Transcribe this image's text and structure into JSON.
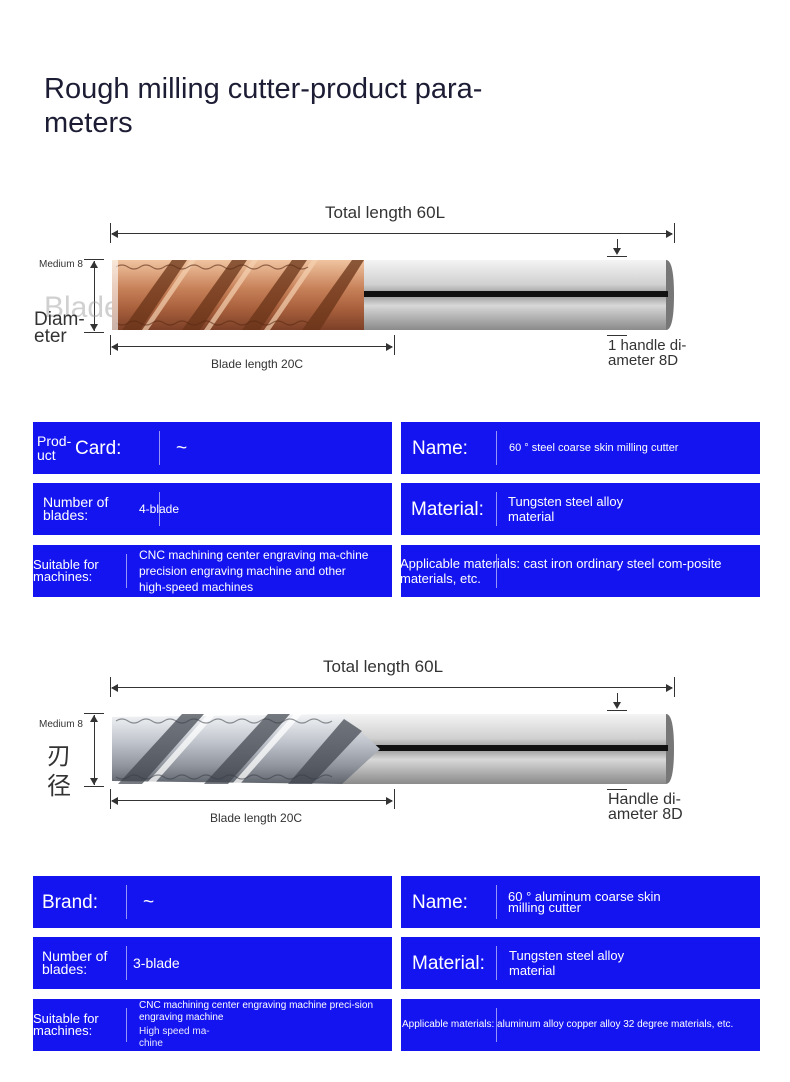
{
  "title": "Rough milling cutter-product para-meters",
  "title_lines": [
    "Rough milling cutter-product para-",
    "meters"
  ],
  "diagram1": {
    "total_length": "Total length 60L",
    "blade_length": "Blade length 20C",
    "handle_diameter_line1": "1 handle di-",
    "handle_diameter_line2": "ameter 8D",
    "medium_label": "Medium 8",
    "diameter_label_line1": "Diam-",
    "diameter_label_line2": "eter",
    "blade_watermark": "Blade",
    "colors": {
      "coating": "#c0805a",
      "shank": "#d4d4d4",
      "stripe": "#111111"
    }
  },
  "table1": {
    "rows": [
      [
        {
          "key": "Prod-uct Card:",
          "key_small": "Prod-\nuct",
          "key_big": "Card:",
          "value": "~"
        },
        {
          "key": "Name:",
          "value": "60 ° steel coarse skin milling cutter"
        }
      ],
      [
        {
          "key": "Number of blades:",
          "value": "4-blade"
        },
        {
          "key": "Material:",
          "value": "Tungsten steel alloy material"
        }
      ],
      [
        {
          "key": "Suitable for machines:",
          "value": "CNC machining center engraving ma-chine precision engraving machine and other high-speed machines"
        },
        {
          "key": "",
          "value": "Applicable materials: cast iron ordinary steel com-posite materials, etc."
        }
      ]
    ]
  },
  "diagram2": {
    "total_length": "Total length 60L",
    "blade_length": "Blade length 20C",
    "handle_diameter_line1": "Handle di-",
    "handle_diameter_line2": "ameter 8D",
    "medium_label": "Medium 8",
    "diameter_cjk": "刃\n径",
    "colors": {
      "blade": "#b8bcc4",
      "shank": "#d4d4d4",
      "stripe": "#111111"
    }
  },
  "table2": {
    "rows": [
      [
        {
          "key": "Brand:",
          "value": "~"
        },
        {
          "key": "Name:",
          "value": "60 ° aluminum coarse skin milling cutter"
        }
      ],
      [
        {
          "key": "Number of blades:",
          "value": "3-blade"
        },
        {
          "key": "Material:",
          "value": "Tungsten steel alloy material"
        }
      ],
      [
        {
          "key": "Suitable for machines:",
          "value": "CNC machining center engraving machine preci-sion engraving machine",
          "value_extra": "High speed ma-chine"
        },
        {
          "key": "",
          "value": "Applicable materials: aluminum alloy copper alloy 32 degree materials, etc."
        }
      ]
    ]
  },
  "colors": {
    "cell_bg": "#1414f0",
    "title": "#1c1c34"
  }
}
